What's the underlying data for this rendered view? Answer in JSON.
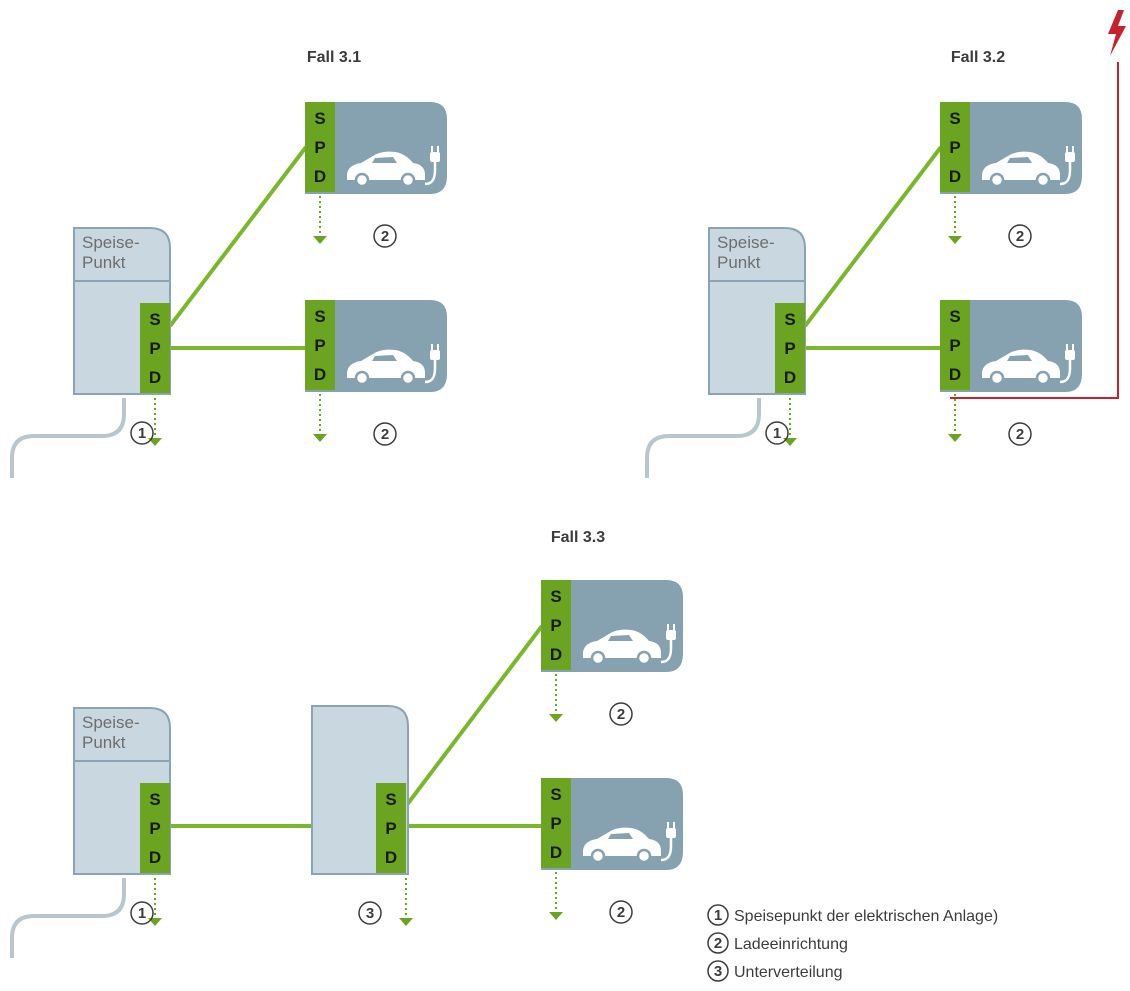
{
  "colors": {
    "panel_fill": "#c9d8e0",
    "panel_stroke": "#8aa4b3",
    "charger_fill": "#86a2b0",
    "spd_green": "#6aa420",
    "line_green": "#7ab72a",
    "arrow_green": "#6aa420",
    "lightning_red": "#c9202e",
    "cable_gray": "#b8c7cf"
  },
  "icons": {
    "car": "car-icon",
    "plug": "plug-icon",
    "lightning": "lightning-bolt-icon",
    "ground": "ground-arrow-icon"
  },
  "spd_letters": [
    "S",
    "P",
    "D"
  ],
  "feed_point_label": [
    "Speise-",
    "Punkt"
  ],
  "cases": [
    {
      "title": "Fall 3.1"
    },
    {
      "title": "Fall 3.2"
    },
    {
      "title": "Fall 3.3"
    }
  ],
  "markers": {
    "feed_point": "1",
    "charger": "2",
    "subdistribution": "3"
  },
  "legend": [
    {
      "number": "1",
      "text": "Speisepunkt der elektrischen Anlage)"
    },
    {
      "number": "2",
      "text": "Ladeeinrichtung"
    },
    {
      "number": "3",
      "text": "Unterverteilung"
    }
  ]
}
